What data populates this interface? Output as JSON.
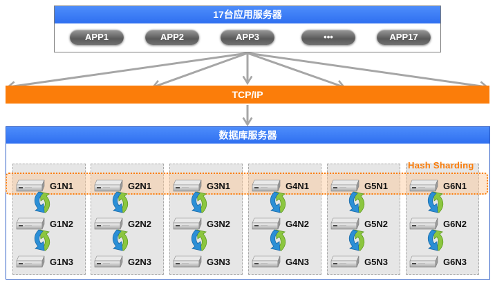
{
  "app_servers": {
    "title": "17台应用服务器",
    "apps": [
      "APP1",
      "APP2",
      "APP3",
      "•••",
      "APP17"
    ]
  },
  "network": {
    "label": "TCP/IP"
  },
  "db_servers": {
    "title": "数据库服务器",
    "sharding_label": "Hash Sharding",
    "groups": [
      {
        "nodes": [
          "G1N1",
          "G1N2",
          "G1N3"
        ]
      },
      {
        "nodes": [
          "G2N1",
          "G2N2",
          "G2N3"
        ]
      },
      {
        "nodes": [
          "G3N1",
          "G3N2",
          "G3N3"
        ]
      },
      {
        "nodes": [
          "G4N1",
          "G4N2",
          "G4N3"
        ]
      },
      {
        "nodes": [
          "G5N1",
          "G5N2",
          "G5N3"
        ]
      },
      {
        "nodes": [
          "G6N1",
          "G6N2",
          "G6N3"
        ]
      }
    ]
  },
  "colors": {
    "title_bar": "#2f6ff0",
    "network_bar": "#fb7d0a",
    "sharding_highlight": "#fb7d0a",
    "arrow_gray": "#a6a6a6",
    "replication_up": "#8cc63f",
    "replication_down": "#2b8fd6"
  },
  "icons": {
    "node": "server-rack-icon",
    "replication": "bidirectional-curved-arrow-icon",
    "connection": "gray-arrow-icon"
  }
}
